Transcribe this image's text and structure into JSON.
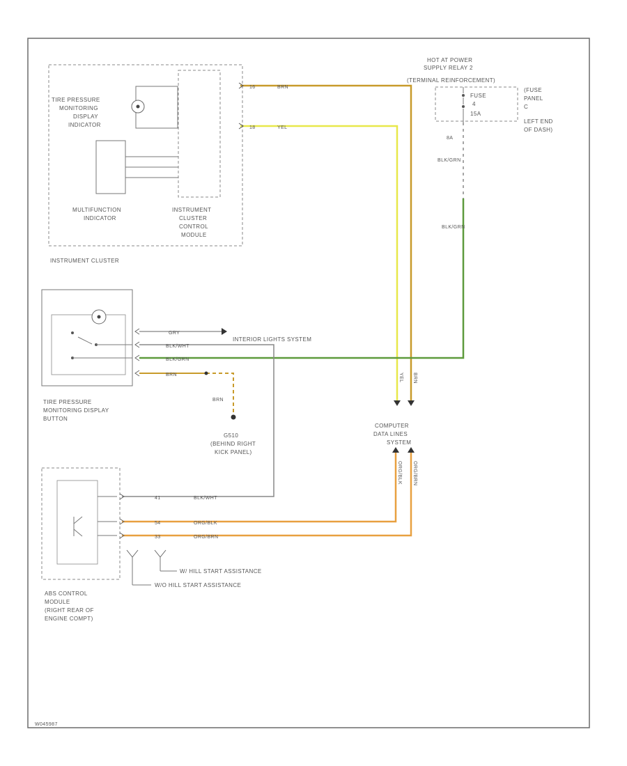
{
  "colors": {
    "border": "#6b6b6b",
    "wire_yel": "#e8e84a",
    "wire_brn": "#c89a2a",
    "wire_blk_grn": "#5d9a3c",
    "wire_org": "#e8a040",
    "wire_gray": "#888888"
  },
  "labels": {
    "hot_power": "HOT AT POWER",
    "supply_relay": "SUPPLY RELAY 2",
    "terminal_reinforcement": "(TERMINAL REINFORCEMENT)",
    "fuse": "FUSE",
    "fuse_num": "4",
    "fuse_amp": "15A",
    "fuse_panel_1": "(FUSE",
    "fuse_panel_2": "PANEL",
    "fuse_panel_3": "C",
    "fuse_panel_4": "LEFT END",
    "fuse_panel_5": "OF DASH)",
    "tpms_ind_1": "TIRE PRESSURE",
    "tpms_ind_2": "MONITORING",
    "tpms_ind_3": "DISPLAY",
    "tpms_ind_4": "INDICATOR",
    "mfi_1": "MULTIFUNCTION",
    "mfi_2": "INDICATOR",
    "icm_1": "INSTRUMENT",
    "icm_2": "CLUSTER",
    "icm_3": "CONTROL",
    "icm_4": "MODULE",
    "instrument_cluster": "INSTRUMENT CLUSTER",
    "tpms_btn_1": "TIRE PRESSURE",
    "tpms_btn_2": "MONITORING DISPLAY",
    "tpms_btn_3": "BUTTON",
    "interior_lights": "INTERIOR LIGHTS SYSTEM",
    "ground_1": "G510",
    "ground_2": "(BEHIND RIGHT",
    "ground_3": "KICK PANEL)",
    "cdl_1": "COMPUTER",
    "cdl_2": "DATA LINES",
    "cdl_3": "SYSTEM",
    "abs_1": "ABS CONTROL",
    "abs_2": "MODULE",
    "abs_3": "(RIGHT REAR OF",
    "abs_4": "ENGINE COMPT)",
    "with_hsa": "W/ HILL START ASSISTANCE",
    "without_hsa": "W/O HILL START ASSISTANCE",
    "footer_code": "W045987"
  },
  "wires": {
    "brn": "BRN",
    "yel": "YEL",
    "blk_grn": "BLK/GRN",
    "gry": "GRY",
    "blk_wht": "BLK/WHT",
    "org_blk": "ORG/BLK",
    "org_brn": "ORG/BRN"
  },
  "pins": {
    "icm_a": "16",
    "icm_b": "18",
    "fuse_pin": "8A",
    "abs_1": "41",
    "abs_2": "54",
    "abs_3": "33"
  }
}
